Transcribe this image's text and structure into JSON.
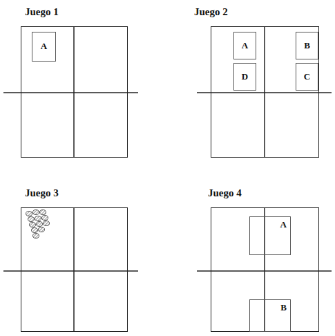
{
  "diagram": {
    "nodes": [
      {
        "text": [
          "Juego 1"
        ]
      },
      {
        "text": [
          "A"
        ],
        "in": 0
      },
      {
        "text": [
          "Juego 2"
        ]
      },
      {
        "text": [
          "A"
        ],
        "in": 2
      },
      {
        "text": [
          "B"
        ],
        "in": 2
      },
      {
        "text": [
          "D"
        ],
        "in": 2
      },
      {
        "text": [
          "C"
        ],
        "in": 2
      },
      {
        "text": [
          "Juego 3"
        ]
      },
      {
        "text": [
          "Juego 4"
        ]
      },
      {
        "text": [
          "A"
        ],
        "in": 8
      },
      {
        "text": [
          "B"
        ],
        "in": 8
      }
    ]
  }
}
